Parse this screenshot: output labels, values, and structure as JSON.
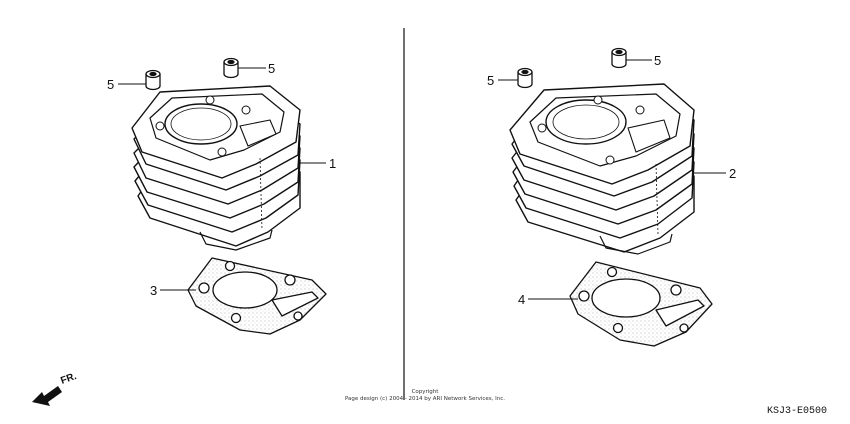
{
  "callouts": {
    "part_1": "1",
    "part_2": "2",
    "part_3": "3",
    "part_4": "4",
    "part_5_left_a": "5",
    "part_5_left_b": "5",
    "part_5_right_a": "5",
    "part_5_right_b": "5"
  },
  "front_indicator": "FR.",
  "copyright": {
    "line1": "Copyright",
    "line2": "Page design (c) 2004 - 2014 by ARI Network Services, Inc."
  },
  "diagram_code": "KSJ3-E0500"
}
